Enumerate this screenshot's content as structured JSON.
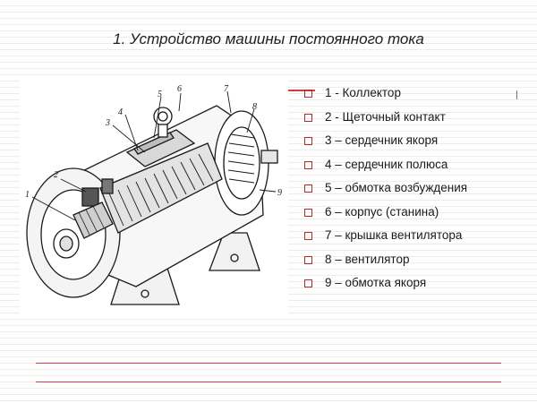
{
  "title": "1. Устройство машины постоянного тока",
  "legend": [
    {
      "label": "1 - Коллектор"
    },
    {
      "label": "2 - Щеточный контакт"
    },
    {
      "label": "3 – сердечник якоря"
    },
    {
      "label": "4 – сердечник полюса"
    },
    {
      "label": "5 – обмотка возбуждения"
    },
    {
      "label": "6 – корпус (станина)"
    },
    {
      "label": "7 – крышка вентилятора"
    },
    {
      "label": "8 – вентилятор"
    },
    {
      "label": "9 – обмотка якоря"
    }
  ],
  "callouts": [
    "1",
    "2",
    "3",
    "4",
    "5",
    "6",
    "7",
    "8",
    "9"
  ],
  "colors": {
    "accent": "#d63a3a",
    "bullet": "#b52a2a",
    "ink": "#1e1e1e"
  }
}
